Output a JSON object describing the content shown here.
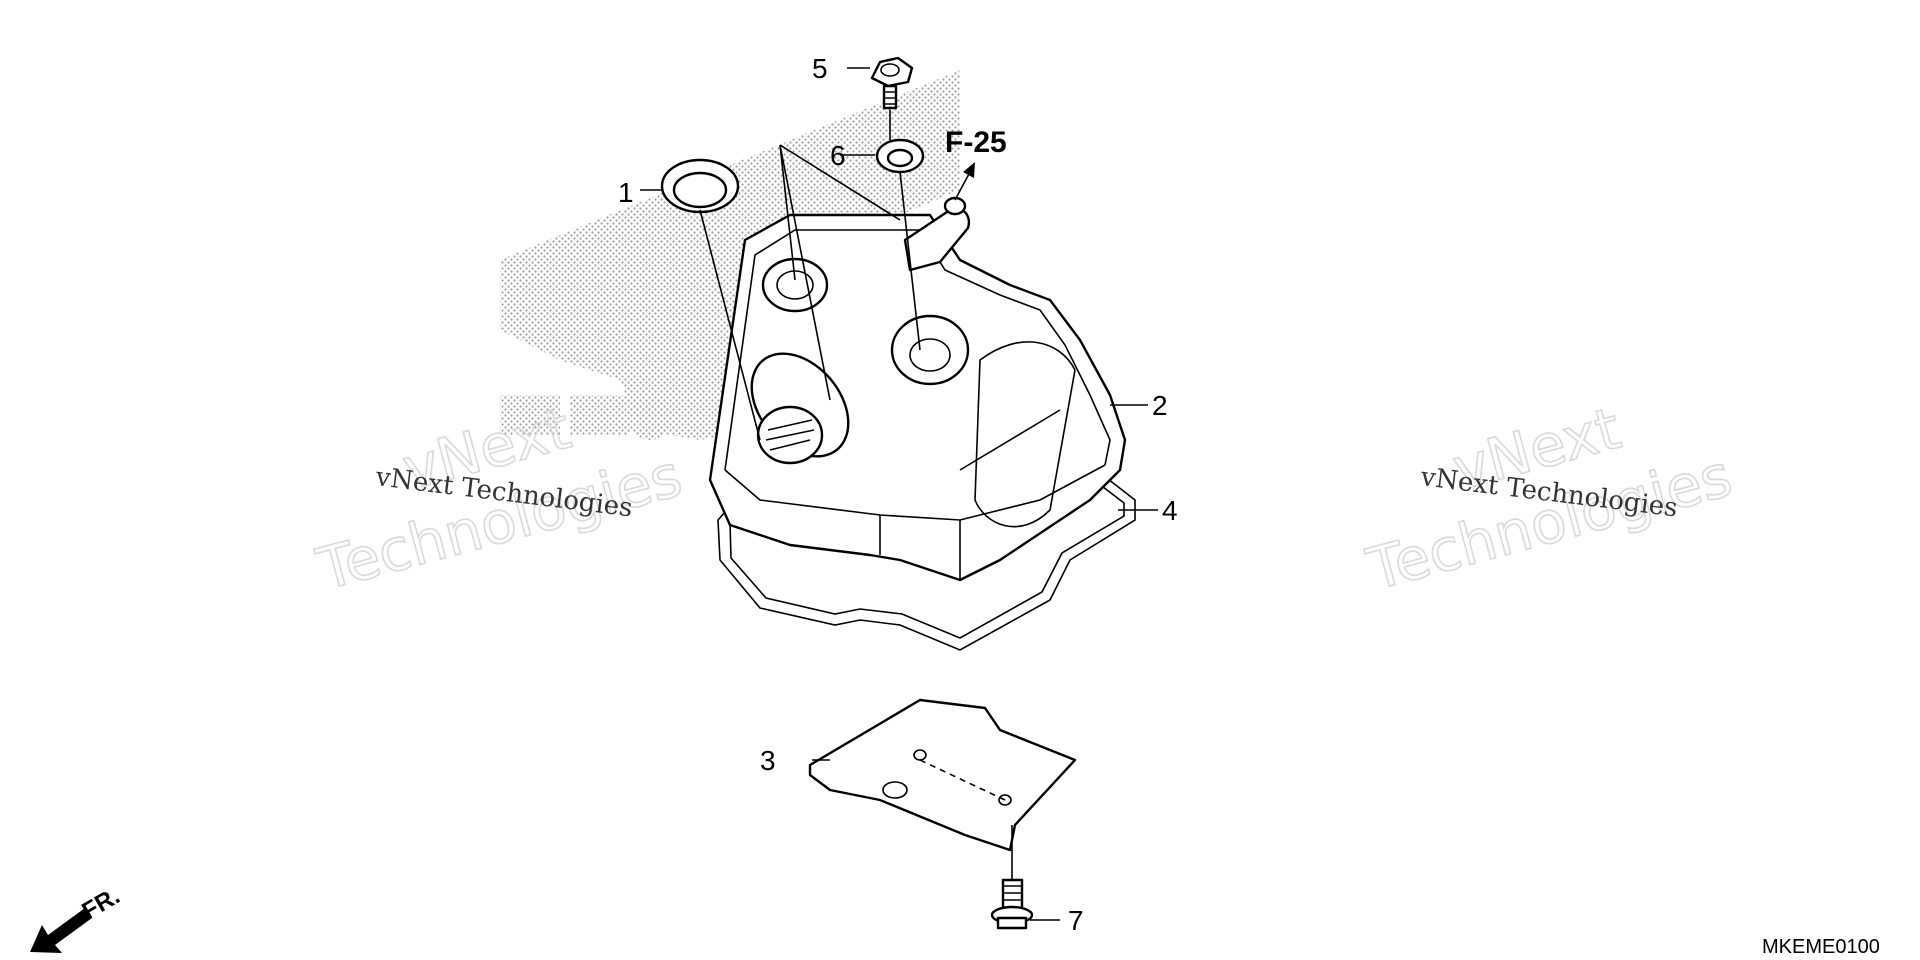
{
  "callouts": [
    {
      "id": "1",
      "label": "1"
    },
    {
      "id": "2",
      "label": "2"
    },
    {
      "id": "3",
      "label": "3"
    },
    {
      "id": "4",
      "label": "4"
    },
    {
      "id": "5",
      "label": "5"
    },
    {
      "id": "6",
      "label": "6"
    },
    {
      "id": "7",
      "label": "7"
    }
  ],
  "reference": "F-25",
  "watermarks": {
    "left_small": "vNext Technologies",
    "left_big_top": "vNext",
    "left_big_bottom": "Technologies",
    "right_small": "vNext Technologies",
    "right_big_top": "vNext",
    "right_big_bottom": "Technologies"
  },
  "direction_label": "FR.",
  "diagram_code": "MKEME0100",
  "colors": {
    "ink": "#000000",
    "background": "#ffffff",
    "watermark": "#d9d9d9"
  }
}
